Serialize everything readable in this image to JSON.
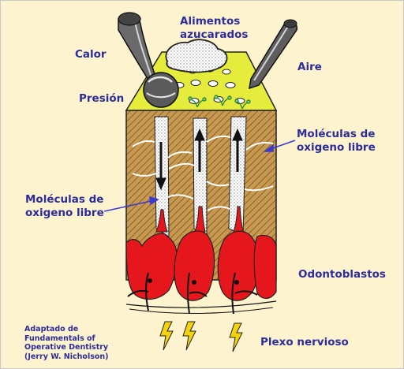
{
  "labels": {
    "alimentos_line1": "Alimentos",
    "alimentos_line2": "azucarados",
    "calor": "Calor",
    "aire": "Aire",
    "presion": "Presión",
    "moleculas_right_line1": "Moléculas de",
    "moleculas_right_line2": "oxigeno libre",
    "moleculas_left_line1": "Moléculas de",
    "moleculas_left_line2": "oxigeno libre",
    "odontoblastos": "Odontoblastos",
    "plexo": "Plexo nervioso"
  },
  "credit": {
    "line1": "Adaptado de",
    "line2": "Fundamentals of",
    "line3": "Operative Dentistry",
    "line4": "(Jerry W. Nicholson)"
  },
  "colors": {
    "background": "#fdf4cf",
    "label_text": "#2c2c9a",
    "enamel": "#e8ee3a",
    "dentin": "#c49a52",
    "odontoblast": "#e5171c"
  }
}
